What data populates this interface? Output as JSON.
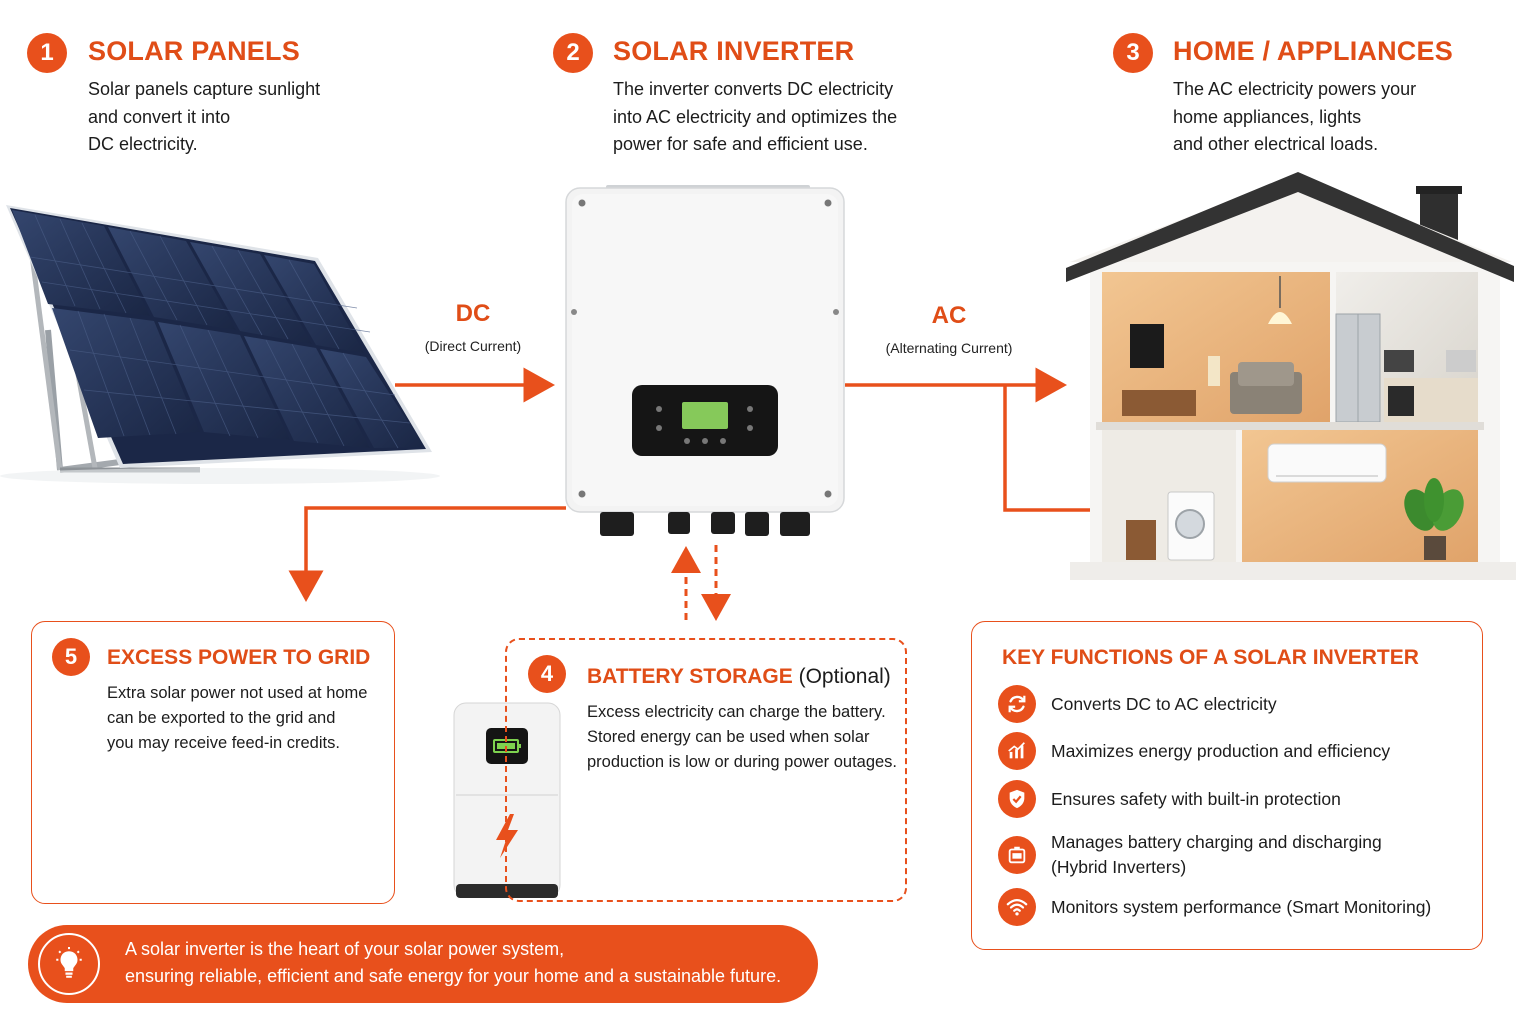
{
  "steps": [
    {
      "num": "1",
      "title": "SOLAR PANELS",
      "lines": [
        "Solar panels capture sunlight",
        "and convert it into",
        "DC electricity."
      ]
    },
    {
      "num": "2",
      "title": "SOLAR INVERTER",
      "lines": [
        "The inverter converts DC electricity",
        "into AC electricity and optimizes the",
        "power for safe and efficient use."
      ]
    },
    {
      "num": "3",
      "title": "HOME / APPLIANCES",
      "lines": [
        "The AC electricity powers your",
        "home appliances, lights",
        "and other electrical loads."
      ]
    }
  ],
  "flows": {
    "dc": {
      "label": "DC",
      "sub": "(Direct Current)"
    },
    "ac": {
      "label": "AC",
      "sub": "(Alternating Current)"
    }
  },
  "grid": {
    "num": "5",
    "title": "EXCESS POWER TO GRID",
    "lines": [
      "Extra solar power not used at home",
      "can be exported to the grid and",
      "you may receive feed-in credits."
    ]
  },
  "battery": {
    "num": "4",
    "title": "BATTERY STORAGE",
    "title_suffix": "(Optional)",
    "lines": [
      "Excess electricity can charge the battery.",
      "Stored energy can be used when solar",
      "production is low or during power outages."
    ]
  },
  "key_functions": {
    "title": "KEY FUNCTIONS OF A SOLAR INVERTER",
    "items": [
      {
        "icon": "refresh-icon",
        "lines": [
          "Converts DC to AC electricity"
        ]
      },
      {
        "icon": "chart-icon",
        "lines": [
          "Maximizes energy production and efficiency"
        ]
      },
      {
        "icon": "shield-check-icon",
        "lines": [
          "Ensures safety with built-in protection"
        ]
      },
      {
        "icon": "battery-icon",
        "lines": [
          "Manages battery charging and discharging",
          "(Hybrid Inverters)"
        ]
      },
      {
        "icon": "wifi-icon",
        "lines": [
          "Monitors system performance (Smart Monitoring)"
        ]
      }
    ]
  },
  "footer": {
    "icon": "lightbulb-icon",
    "lines": [
      "A solar inverter is the heart of your solar power system,",
      "ensuring reliable, efficient and safe energy for your home and a sustainable future."
    ]
  },
  "colors": {
    "accent": "#e8501c",
    "panel_blue": "#1f2d4d",
    "inverter_body": "#f4f4f4",
    "display": "#7ec850"
  }
}
